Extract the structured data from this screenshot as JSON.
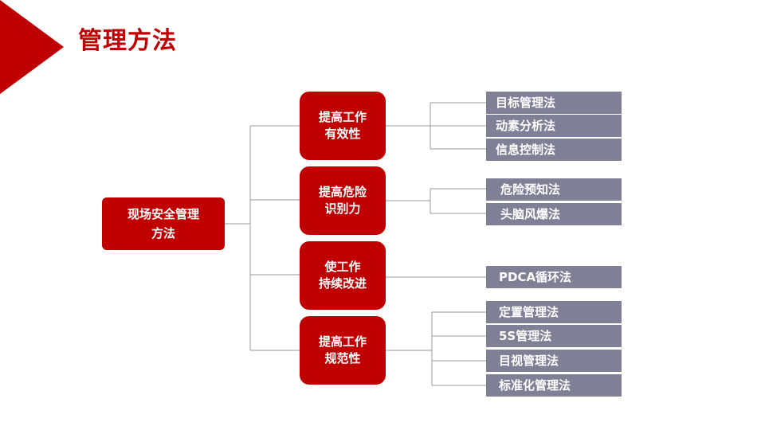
{
  "title": "管理方法",
  "colors": {
    "accent": "#c00000",
    "leaf": "#7f7f96",
    "line": "#999999"
  },
  "root": {
    "line1": "现场安全管理",
    "line2": "方法"
  },
  "categories": [
    {
      "line1": "提高工作",
      "line2": "有效性",
      "leaves": [
        "目标管理法",
        "动素分析法",
        "信息控制法"
      ]
    },
    {
      "line1": "提高危险",
      "line2": "识别力",
      "leaves": [
        "危险预知法",
        "头脑风爆法"
      ]
    },
    {
      "line1": "使工作",
      "line2": "持续改进",
      "leaves": [
        "PDCA循环法"
      ]
    },
    {
      "line1": "提高工作",
      "line2": "规范性",
      "leaves": [
        "定置管理法",
        "5S管理法",
        "目视管理法",
        "标准化管理法"
      ]
    }
  ]
}
